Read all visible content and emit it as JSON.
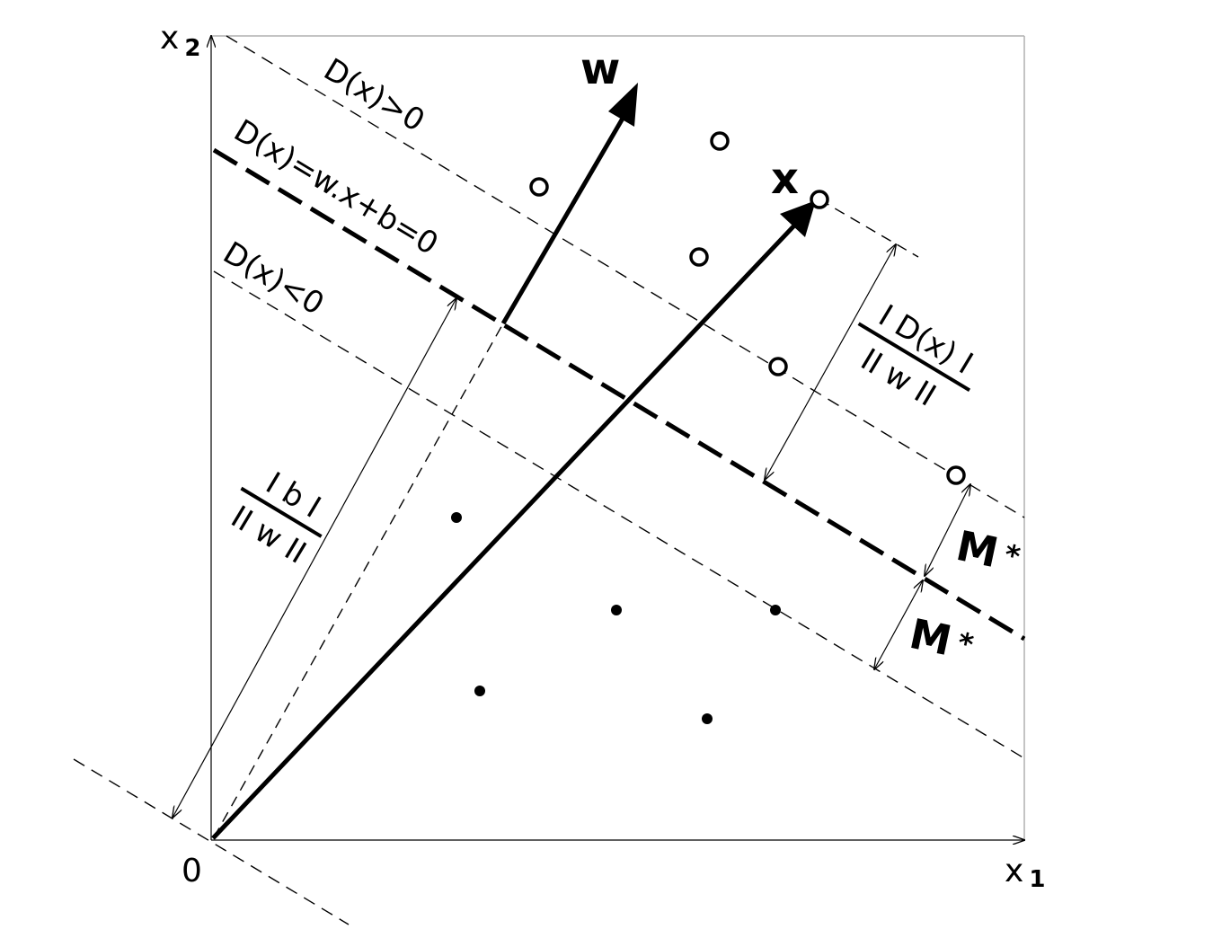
{
  "axes": {
    "x_label": "x",
    "x_subscript": "1",
    "y_label": "x",
    "y_subscript": "2",
    "origin_label": "0"
  },
  "vectors": {
    "w_label": "w",
    "x_label": "x"
  },
  "regions": {
    "positive_label": "D(x)>0",
    "boundary_label": "D(x)=w.x+b=0",
    "negative_label": "D(x)<0"
  },
  "distances": {
    "origin_numerator": "I b I",
    "origin_denominator": "II w II",
    "point_numerator": "I D(x) I",
    "point_denominator": "II w II",
    "margin_label": "M",
    "margin_superscript": "*"
  },
  "colors": {
    "ink": "#000000",
    "frame": "#b0b0b0",
    "background": "#ffffff"
  }
}
